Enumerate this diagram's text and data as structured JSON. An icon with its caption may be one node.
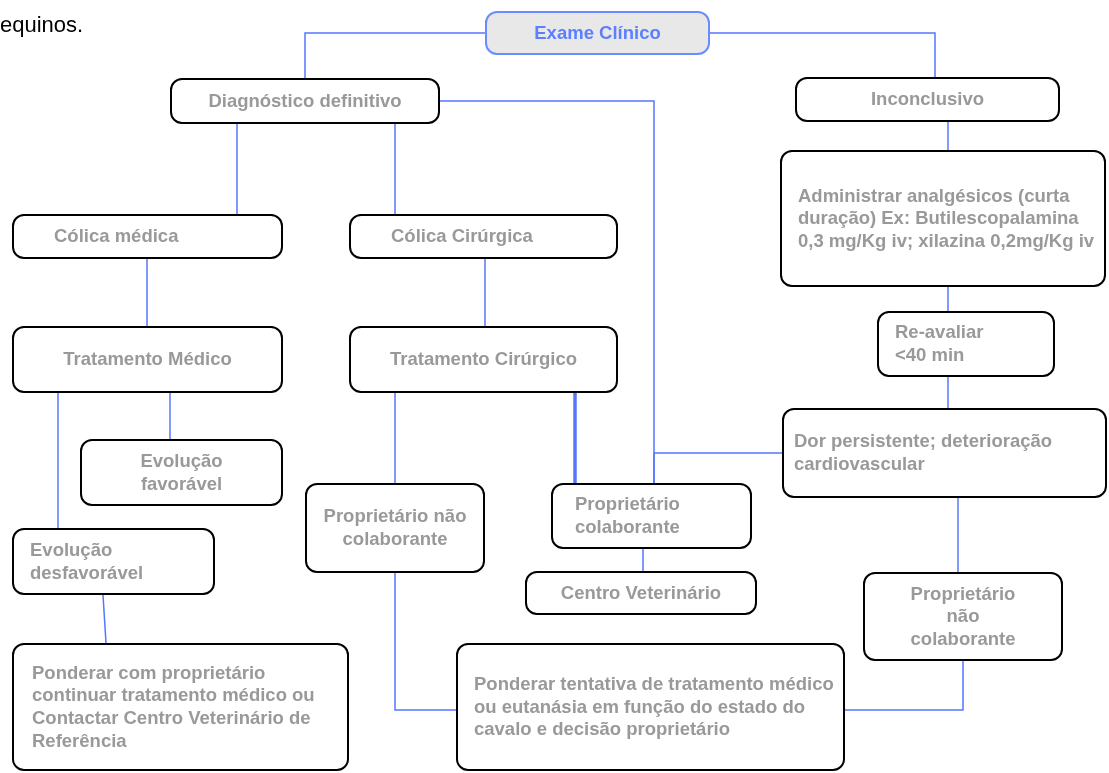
{
  "diagram": {
    "nodes": [
      {
        "text": [
          "Exame Clínico"
        ]
      },
      {
        "text": [
          "Diagnóstico definitivo"
        ]
      },
      {
        "text": [
          "Inconclusivo"
        ]
      },
      {
        "text": [
          "Cólica  médica"
        ]
      },
      {
        "text": [
          "Cólica Cirúrgica"
        ]
      },
      {
        "text": [
          "Administrar analgésicos (curta duração) Ex: Butilescopalamina 0,3 mg/Kg iv; xilazina 0,2mg/Kg iv"
        ]
      },
      {
        "text": [
          "Tratamento Médico"
        ]
      },
      {
        "text": [
          "Tratamento Cirúrgico"
        ]
      },
      {
        "text": [
          "Re-avaliar <40 min"
        ]
      },
      {
        "text": [
          "Evolução favorável"
        ]
      },
      {
        "text": [
          "Dor persistente; deterioração cardiovascular"
        ]
      },
      {
        "text": [
          "Proprietário não colaborante"
        ]
      },
      {
        "text": [
          "Proprietário colaborante"
        ]
      },
      {
        "text": [
          "Evolução desfavorável"
        ]
      },
      {
        "text": [
          "Centro Veterinário"
        ]
      },
      {
        "text": [
          "Proprietário não colaborante"
        ]
      },
      {
        "text": [
          "Ponderar com proprietário continuar tratamento médico ou Contactar Centro Veterinário de Referência"
        ]
      },
      {
        "text": [
          "Ponderar tentativa de tratamento médico ou eutanásia em função do estado do cavalo e decisão proprietário"
        ]
      }
    ],
    "edges": [
      {
        "from": 0,
        "to": 1,
        "arrow": "none"
      },
      {
        "from": 0,
        "to": 2,
        "arrow": "none"
      },
      {
        "from": 1,
        "to": 3,
        "arrow": "none"
      },
      {
        "from": 1,
        "to": 4,
        "arrow": "none"
      },
      {
        "from": 1,
        "to": 12,
        "arrow": "none"
      },
      {
        "from": 2,
        "to": 5,
        "arrow": "none"
      },
      {
        "from": 3,
        "to": 6,
        "arrow": "none"
      },
      {
        "from": 4,
        "to": 7,
        "arrow": "none"
      },
      {
        "from": 5,
        "to": 8,
        "arrow": "none"
      },
      {
        "from": 8,
        "to": 10,
        "arrow": "none"
      },
      {
        "from": 6,
        "to": 9,
        "arrow": "none"
      },
      {
        "from": 6,
        "to": 13,
        "arrow": "none"
      },
      {
        "from": 7,
        "to": 11,
        "arrow": "none"
      },
      {
        "from": 7,
        "to": 12,
        "arrow": "none",
        "style": "thick"
      },
      {
        "from": 10,
        "to": 12,
        "arrow": "none"
      },
      {
        "from": 12,
        "to": 14,
        "arrow": "none"
      },
      {
        "from": 10,
        "to": 15,
        "arrow": "none"
      },
      {
        "from": 13,
        "to": 16,
        "arrow": "none"
      },
      {
        "from": 11,
        "to": 17,
        "arrow": "none"
      },
      {
        "from": 15,
        "to": 17,
        "arrow": "none"
      }
    ],
    "labels": [
      "equinos."
    ]
  }
}
